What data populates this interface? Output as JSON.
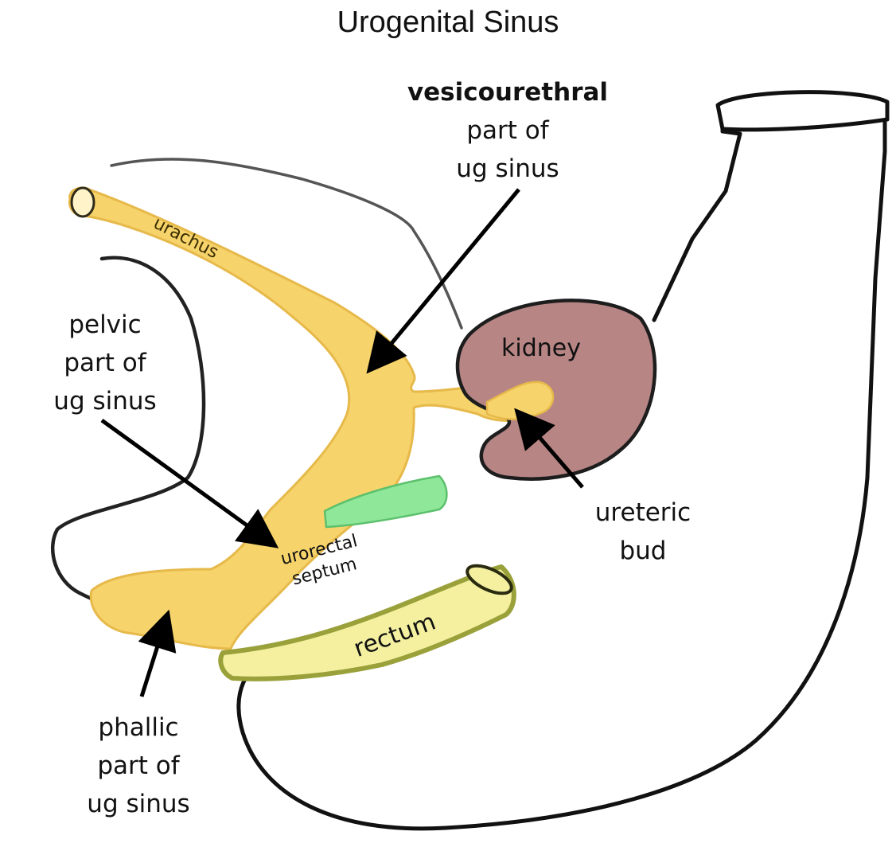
{
  "title": "Urogenital Sinus",
  "labels": {
    "vesicourethral": [
      "vesicourethral",
      "part of",
      "ug sinus"
    ],
    "pelvic": [
      "pelvic",
      "part of",
      "ug sinus"
    ],
    "phallic": [
      "phallic",
      "part of",
      "ug sinus"
    ],
    "ureteric_bud": [
      "ureteric",
      "bud"
    ],
    "urorectal_septum": [
      "urorectal",
      "septum"
    ],
    "urachus": "urachus",
    "kidney": "kidney",
    "rectum": "rectum"
  },
  "colors": {
    "ug_sinus_fill": "#f6d36b",
    "ug_sinus_outline": "#e6b94a",
    "kidney_fill": "#b88585",
    "rectum_fill": "#f4f0a0",
    "rectum_outline": "#9aa13a",
    "septum_green": "#8fe89a",
    "outline": "#111111"
  }
}
